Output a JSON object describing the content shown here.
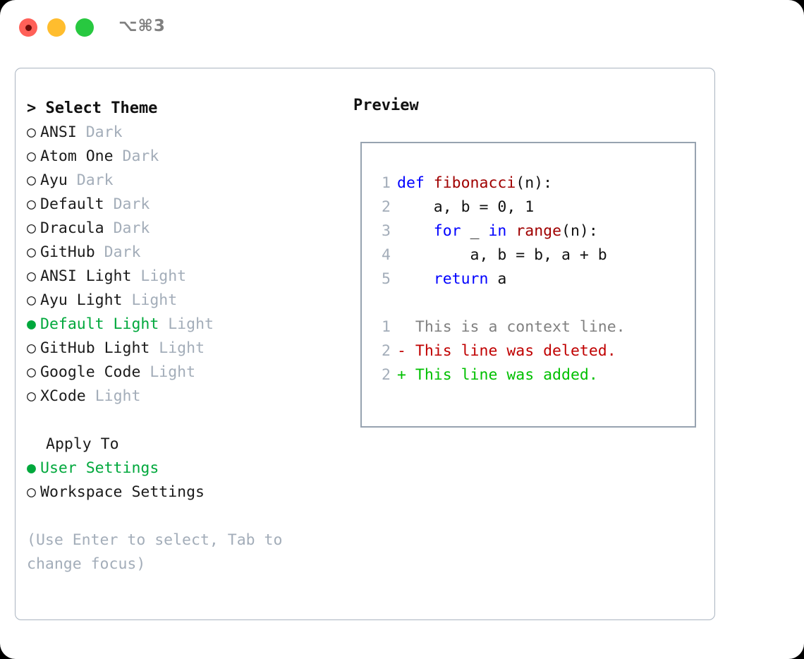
{
  "window": {
    "shortcut": "⌥⌘3",
    "traffic_lights": [
      "close-red",
      "minimize-yellow",
      "maximize-green"
    ],
    "colors": {
      "red": "#ff6058",
      "yellow": "#ffbd2e",
      "green": "#28c840",
      "accent_green": "#00a83c",
      "muted": "#a3adb9",
      "border": "#aab4c0",
      "code_border": "#97a3b0"
    }
  },
  "theme_picker": {
    "header": "> Select Theme",
    "header_prefix": ">",
    "header_label": "Select Theme",
    "items": [
      {
        "bullet": "○",
        "name": "ANSI",
        "variant": "Dark",
        "selected": false
      },
      {
        "bullet": "○",
        "name": "Atom One",
        "variant": "Dark",
        "selected": false
      },
      {
        "bullet": "○",
        "name": "Ayu",
        "variant": "Dark",
        "selected": false
      },
      {
        "bullet": "○",
        "name": "Default",
        "variant": "Dark",
        "selected": false
      },
      {
        "bullet": "○",
        "name": "Dracula",
        "variant": "Dark",
        "selected": false
      },
      {
        "bullet": "○",
        "name": "GitHub",
        "variant": "Dark",
        "selected": false
      },
      {
        "bullet": "○",
        "name": "ANSI Light",
        "variant": "Light",
        "selected": false
      },
      {
        "bullet": "○",
        "name": "Ayu Light",
        "variant": "Light",
        "selected": false
      },
      {
        "bullet": "●",
        "name": "Default Light",
        "variant": "Light",
        "selected": true
      },
      {
        "bullet": "○",
        "name": "GitHub Light",
        "variant": "Light",
        "selected": false
      },
      {
        "bullet": "○",
        "name": "Google Code",
        "variant": "Light",
        "selected": false
      },
      {
        "bullet": "○",
        "name": "XCode",
        "variant": "Light",
        "selected": false
      }
    ]
  },
  "apply_to": {
    "title": "Apply To",
    "options": [
      {
        "bullet": "●",
        "label": "User Settings",
        "selected": true
      },
      {
        "bullet": "○",
        "label": "Workspace Settings",
        "selected": false
      }
    ]
  },
  "help_text": "(Use Enter to select, Tab to change focus)",
  "preview": {
    "title": "Preview",
    "code_lines": [
      {
        "n": "1",
        "tokens": [
          {
            "t": "def ",
            "c": "kw"
          },
          {
            "t": "fibonacci",
            "c": "fn"
          },
          {
            "t": "(n):",
            "c": "pl"
          }
        ]
      },
      {
        "n": "2",
        "tokens": [
          {
            "t": "    a, b = 0, 1",
            "c": "pl"
          }
        ]
      },
      {
        "n": "3",
        "tokens": [
          {
            "t": "    ",
            "c": "pl"
          },
          {
            "t": "for",
            "c": "kw"
          },
          {
            "t": " _ ",
            "c": "pl"
          },
          {
            "t": "in ",
            "c": "kw"
          },
          {
            "t": "range",
            "c": "fn"
          },
          {
            "t": "(n):",
            "c": "pl"
          }
        ]
      },
      {
        "n": "4",
        "tokens": [
          {
            "t": "        a, b = b, a + b",
            "c": "pl"
          }
        ]
      },
      {
        "n": "5",
        "tokens": [
          {
            "t": "    ",
            "c": "pl"
          },
          {
            "t": "return",
            "c": "kw"
          },
          {
            "t": " a",
            "c": "pl"
          }
        ]
      }
    ],
    "diff_lines": [
      {
        "n": "1",
        "marker": " ",
        "text": "  This is a context line.",
        "kind": "ctx"
      },
      {
        "n": "2",
        "marker": "-",
        "text": "- This line was deleted.",
        "kind": "del"
      },
      {
        "n": "2",
        "marker": "+",
        "text": "+ This line was added.",
        "kind": "add"
      }
    ]
  }
}
